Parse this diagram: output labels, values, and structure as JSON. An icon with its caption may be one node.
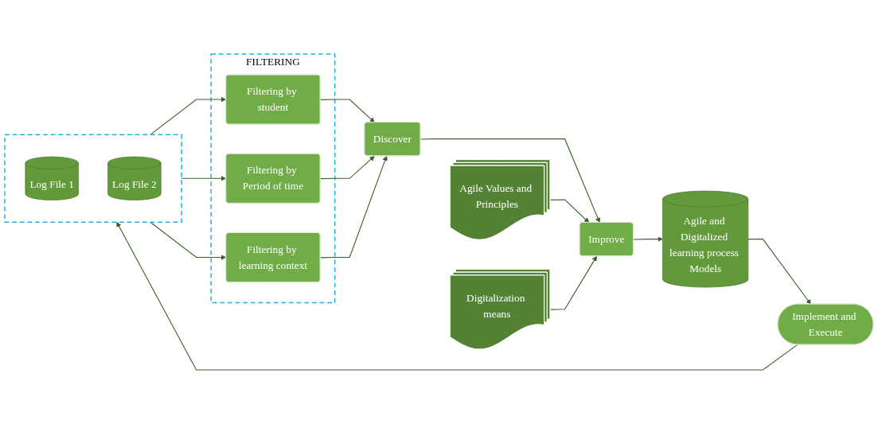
{
  "diagram": {
    "nodes": [
      {
        "text": [],
        "shape": "box"
      },
      {
        "text": [
          "Log File 1"
        ],
        "in": 0
      },
      {
        "text": [
          "Log File 2"
        ],
        "in": 0
      },
      {
        "text": [
          "FILTERING"
        ]
      },
      {
        "text": [
          "Filtering by student"
        ],
        "in": 3
      },
      {
        "text": [
          "Filtering by Period of time"
        ],
        "in": 3
      },
      {
        "text": [
          "Filtering by learning context"
        ],
        "in": 3
      },
      {
        "text": [
          "Discover"
        ]
      },
      {
        "text": [
          "Improve"
        ]
      },
      {
        "text": [
          "Agile Values and Principles"
        ]
      },
      {
        "text": [
          "Digitalization means"
        ]
      },
      {
        "text": [
          "Agile and Digitalized learning process Models"
        ]
      },
      {
        "text": [
          "Implement and Execute"
        ]
      }
    ],
    "edges": [
      {
        "from": 0,
        "to": 4,
        "arrow": "to"
      },
      {
        "from": 0,
        "to": 5,
        "arrow": "to"
      },
      {
        "from": 0,
        "to": 6,
        "arrow": "to"
      },
      {
        "from": 4,
        "to": 7,
        "arrow": "to"
      },
      {
        "from": 5,
        "to": 7,
        "arrow": "to"
      },
      {
        "from": 6,
        "to": 7,
        "arrow": "to"
      },
      {
        "from": 7,
        "to": 8,
        "arrow": "to"
      },
      {
        "from": 9,
        "to": 8,
        "arrow": "to"
      },
      {
        "from": 10,
        "to": 8,
        "arrow": "to"
      },
      {
        "from": 8,
        "to": 11,
        "arrow": "to"
      },
      {
        "from": 11,
        "to": 12,
        "arrow": "to"
      },
      {
        "from": 12,
        "to": 0,
        "arrow": "to"
      }
    ]
  }
}
